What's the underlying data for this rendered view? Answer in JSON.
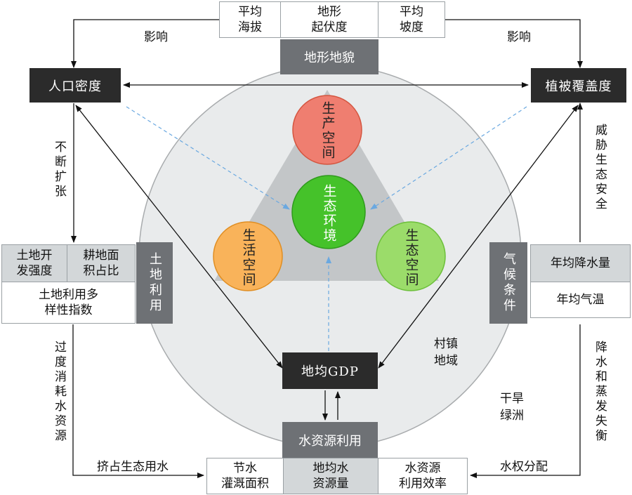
{
  "center": {
    "production": "生产空间",
    "living": "生活空间",
    "ecological": "生态空间",
    "environment": "生态环境"
  },
  "terrain": {
    "title": "地形地貌",
    "cells": [
      {
        "lines": [
          "平均",
          "海拔"
        ]
      },
      {
        "lines": [
          "地形",
          "起伏度"
        ]
      },
      {
        "lines": [
          "平均",
          "坡度"
        ]
      }
    ]
  },
  "population": "人口密度",
  "vegetation": "植被覆盖度",
  "gdp": "地均GDP",
  "land_use": {
    "title": "土地利用",
    "cells": [
      {
        "lines": [
          "土地开",
          "发强度"
        ]
      },
      {
        "lines": [
          "耕地面",
          "积占比"
        ]
      }
    ],
    "bottom": [
      "土地利用多",
      "样性指数"
    ]
  },
  "climate": {
    "title": "气候条件",
    "items": [
      "年均降水量",
      "年均气温"
    ]
  },
  "water": {
    "title": "水资源利用",
    "cells": [
      {
        "lines": [
          "节水",
          "灌溉面积"
        ]
      },
      {
        "lines": [
          "地均水",
          "资源量"
        ]
      },
      {
        "lines": [
          "水资源",
          "利用效率"
        ]
      }
    ]
  },
  "labels": {
    "influence_left": "影响",
    "influence_right": "影响",
    "expansion": "不断扩张",
    "threat": "威胁生态安全",
    "overuse": "过度消耗水资源",
    "imbalance": "降水和蒸发失衡",
    "occupy": "挤占生态用水",
    "water_rights": "水权分配",
    "village": [
      "村镇",
      "地域"
    ],
    "oasis": [
      "干旱",
      "绿洲"
    ]
  },
  "colors": {
    "production": "#ef7e70",
    "living": "#f9b35a",
    "ecological": "#9bdc6a",
    "environment": "#45c22a",
    "dark_box": "#2b2b2b",
    "gray_box": "#6e7175",
    "dashed_arrow": "#6aa8e0"
  }
}
